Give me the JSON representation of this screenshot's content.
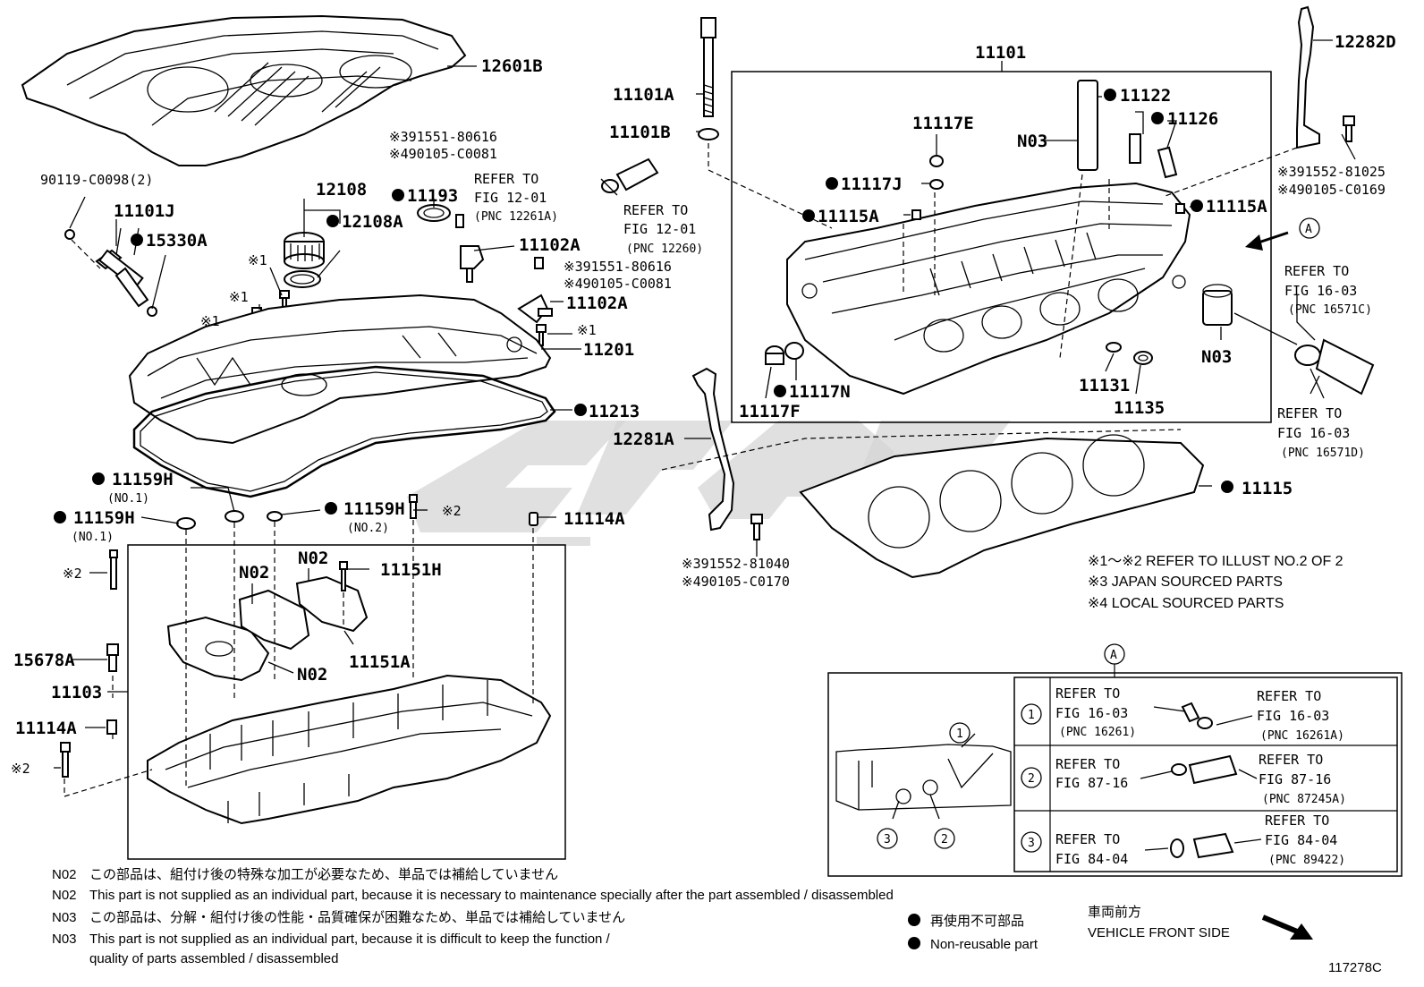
{
  "labels": {
    "p12601B": "12601B",
    "p90119": "90119-C0098(2)",
    "p11101J": "11101J",
    "p15330A": "15330A",
    "p12108": "12108",
    "p12108A": "12108A",
    "ast1a": "※1",
    "ast1b": "※1",
    "ast1c": "※1",
    "ast1d": "※1",
    "ref391551a": "※391551-80616",
    "ref490105a": "※490105-C0081",
    "p11193": "11193",
    "refTo1": "REFER TO",
    "fig1201a": "FIG 12-01",
    "pnc12261A": "(PNC 12261A)",
    "refTo2": "REFER TO",
    "fig1201b": "FIG 12-01",
    "pnc12260": "(PNC 12260)",
    "p11102Aa": "11102A",
    "ref391551b": "※391551-80616",
    "ref490105b": "※490105-C0081",
    "p11102Ab": "11102A",
    "p11201": "11201",
    "p11213": "11213",
    "p11101A": "11101A",
    "p11101B": "11101B",
    "p11101": "11101",
    "p11122": "11122",
    "p11126": "11126",
    "p11117E": "11117E",
    "n03a": "N03",
    "p11117J": "11117J",
    "p11115Aa": "11115A",
    "p11115Ab": "11115A",
    "n03b": "N03",
    "p11117N": "11117N",
    "p11117F": "11117F",
    "p11131": "11131",
    "p11135": "11135",
    "p12282D": "12282D",
    "ref391552a": "※391552-81025",
    "ref490105c": "※490105-C0169",
    "calloutA": "A",
    "refTo3": "REFER TO",
    "fig1603a": "FIG 16-03",
    "pnc16571C": "(PNC 16571C)",
    "refTo4": "REFER TO",
    "fig1603b": "FIG 16-03",
    "pnc16571D": "(PNC 16571D)",
    "p12281A": "12281A",
    "p11115": "11115",
    "ref391552b": "※391552-81040",
    "ref490105d": "※490105-C0170",
    "p11159Ha": "11159H",
    "no1a": "(NO.1)",
    "p11159Hb": "11159H",
    "no1b": "(NO.1)",
    "p11159Hc": "11159H",
    "no2": "(NO.2)",
    "ast2a": "※2",
    "p11114Aa": "11114A",
    "ast2b": "※2",
    "n02a": "N02",
    "n02b": "N02",
    "p11151H": "11151H",
    "p15678A": "15678A",
    "p11151A": "11151A",
    "n02c": "N02",
    "p11103": "11103",
    "p11114Ab": "11114A",
    "ast2c": "※2"
  },
  "legend_notes": [
    "※1～※2  REFER TO ILLUST NO.2 OF 2",
    "※3 JAPAN SOURCED PARTS",
    "※4 LOCAL SOURCED PARTS"
  ],
  "inset": {
    "title": "A",
    "rows": [
      {
        "num": "1",
        "left_ref": "REFER TO",
        "left_fig": "FIG 16-03",
        "left_pnc": "(PNC 16261)",
        "right_ref": "REFER TO",
        "right_fig": "FIG 16-03",
        "right_pnc": "(PNC 16261A)"
      },
      {
        "num": "2",
        "left_ref": "REFER TO",
        "left_fig": "FIG 87-16",
        "left_pnc": "",
        "right_ref": "REFER TO",
        "right_fig": "FIG 87-16",
        "right_pnc": "(PNC 87245A)"
      },
      {
        "num": "3",
        "left_ref": "REFER TO",
        "left_fig": "FIG 84-04",
        "left_pnc": "",
        "right_ref": "REFER TO",
        "right_fig": "FIG 84-04",
        "right_pnc": "(PNC 89422)"
      }
    ],
    "mini_callouts": [
      "1",
      "3",
      "2"
    ]
  },
  "footnotes": [
    {
      "code": "N02",
      "text": "この部品は、組付け後の特殊な加工が必要なため、単品では補給していません"
    },
    {
      "code": "N02",
      "text": "This part is not supplied as an individual part, because it is necessary to maintenance specially after the part assembled / disassembled"
    },
    {
      "code": "N03",
      "text": "この部品は、分解・組付け後の性能・品質確保が困難なため、単品では補給していません"
    },
    {
      "code": "N03",
      "text": "This part is not supplied as an individual part, because it is difficult to keep the function /"
    },
    {
      "code": "",
      "text": "quality of parts  assembled / disassembled"
    }
  ],
  "key": {
    "nonreusable_jp": "再使用不可部品",
    "nonreusable_en": "Non-reusable part"
  },
  "direction": {
    "jp": "車両前方",
    "en": "VEHICLE FRONT SIDE"
  },
  "illustration_number": "117278C",
  "colors": {
    "ink": "#000000",
    "watermark": "#d6d6d6",
    "paper": "#ffffff"
  }
}
